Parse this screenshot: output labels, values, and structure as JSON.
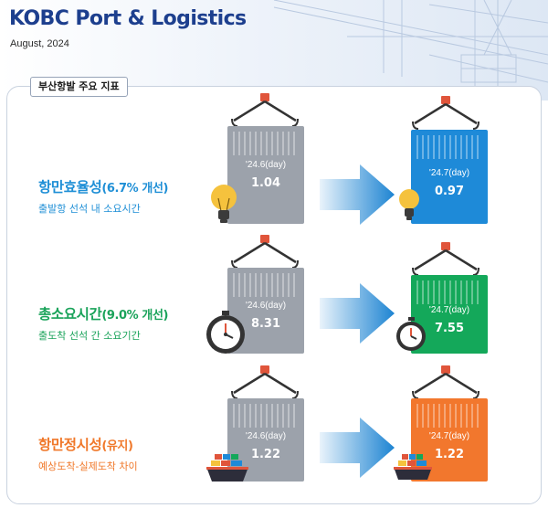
{
  "header": {
    "title": "KOBC Port & Logistics",
    "date": "August, 2024"
  },
  "panel": {
    "tag": "부산항발 주요 지표"
  },
  "rows": [
    {
      "title_main": "항만효율성",
      "title_pct": "(6.7% 개선)",
      "subtitle": "출발항 선석 내 소요시간",
      "color": "#1f8fd6",
      "before": {
        "label": "'24.6(day)",
        "value": "1.04",
        "color": "#9ca2ab"
      },
      "after": {
        "label": "'24.7(day)",
        "value": "0.97",
        "color": "#1e8ad8"
      },
      "icon": "light-bulb-icon"
    },
    {
      "title_main": "총소요시간",
      "title_pct": "(9.0% 개선)",
      "subtitle": "출도착 선석 간 소요기간",
      "color": "#1aa35a",
      "before": {
        "label": "'24.6(day)",
        "value": "8.31",
        "color": "#9ca2ab"
      },
      "after": {
        "label": "'24.7(day)",
        "value": "7.55",
        "color": "#14a85a"
      },
      "icon": "stopwatch-icon"
    },
    {
      "title_main": "항만정시성",
      "title_pct": "(유지)",
      "subtitle": "예상도착-실제도착 차이",
      "color": "#f0782a",
      "before": {
        "label": "'24.6(day)",
        "value": "1.22",
        "color": "#9ca2ab"
      },
      "after": {
        "label": "'24.7(day)",
        "value": "1.22",
        "color": "#f2772d"
      },
      "icon": "container-ship-icon"
    }
  ]
}
